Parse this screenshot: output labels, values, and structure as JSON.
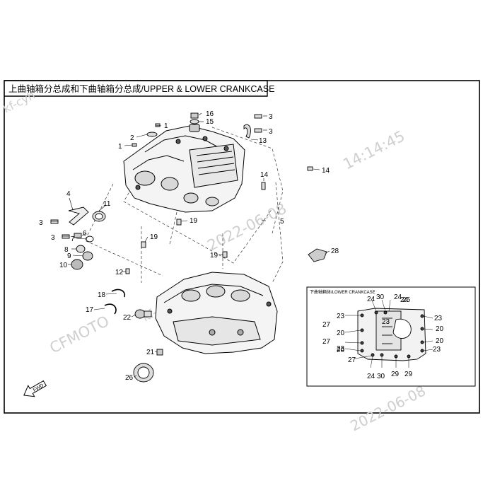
{
  "title": "上曲轴箱分总成和下曲轴箱分总成/UPPER & LOWER CRANKCASE",
  "inset_title": "下曲轴箱体/LOWER CRANKCASE",
  "watermark": {
    "brand": "CFMOTO",
    "user": "kf-cyh",
    "date": "2022-06-08",
    "time": "14:14:45",
    "brand_fragment": "kf-cyh",
    "date_fragment": "2022-06-08"
  },
  "fwd_label": "FWD",
  "callouts": [
    "1",
    "1",
    "2",
    "3",
    "3",
    "3",
    "3",
    "4",
    "5",
    "6",
    "7",
    "8",
    "9",
    "10",
    "11",
    "12",
    "13",
    "14",
    "14",
    "15",
    "16",
    "17",
    "18",
    "19",
    "19",
    "19",
    "20",
    "20",
    "20",
    "20",
    "21",
    "22",
    "23",
    "23",
    "23",
    "23",
    "23",
    "24",
    "24",
    "24",
    "24",
    "25",
    "26",
    "27",
    "27",
    "27",
    "28",
    "29",
    "29",
    "30",
    "30"
  ]
}
